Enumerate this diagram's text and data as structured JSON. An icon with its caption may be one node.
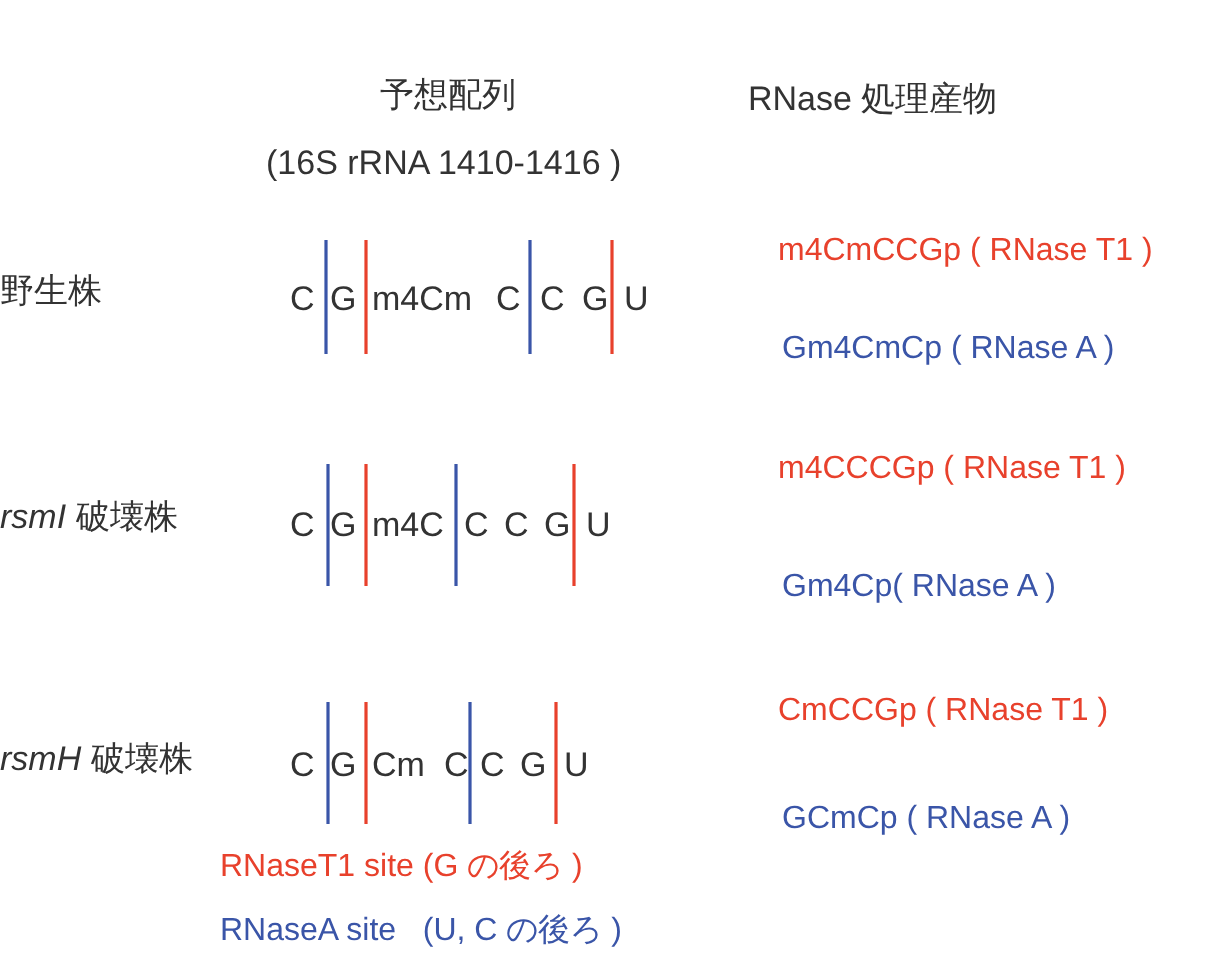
{
  "diagram": {
    "labels": [
      "予想配列",
      "RNase 処理産物",
      "(16S rRNA 1410-1416 )",
      "m4CmCCGp ( RNase T1 )",
      "野生株",
      "C",
      "G",
      "m4Cm",
      "C",
      "C",
      "G",
      "U",
      "Gm4CmCp ( RNase A )",
      "m4CCCGp ( RNase T1 )",
      "*rsmI* 破壊株",
      "C",
      "G",
      "m4C",
      "C",
      "C",
      "G",
      "U",
      "Gm4Cp( RNase A )",
      "CmCCGp ( RNase T1 )",
      "*rsmH* 破壊株",
      "C",
      "G",
      "Cm",
      "C",
      "C",
      "G",
      "U",
      "GCmCp ( RNase A )",
      "RNaseT1 site (G の後ろ )",
      "RNaseA site   (U, C の後ろ )"
    ]
  }
}
